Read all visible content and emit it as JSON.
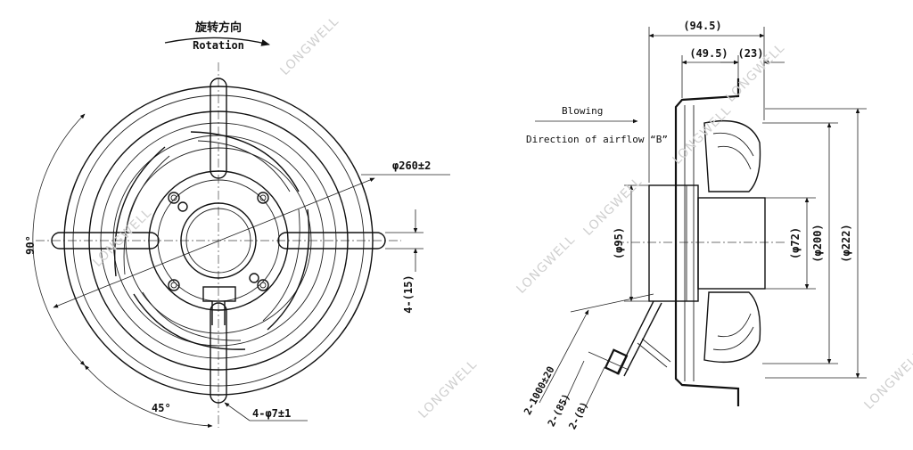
{
  "watermark": "LONGWELL",
  "front_view": {
    "rotation_cn": "旋转方向",
    "rotation_en": "Rotation",
    "outer_diameter": "φ260±2",
    "angle_90": "90°",
    "angle_45": "45°",
    "slot_dim": "4-(15)",
    "mount_holes": "4-φ7±1"
  },
  "side_view": {
    "depth_total": "(94.5)",
    "depth_mid": "(49.5)",
    "depth_front": "(23)",
    "blowing": "Blowing",
    "airflow": "Direction of airflow “B”",
    "dia_motor": "(φ95)",
    "dia_hub": "(φ72)",
    "dia_impeller": "(φ200)",
    "dia_guard": "(φ222)",
    "lead_length": "2-1000±20",
    "lead_strip": "2-(85)",
    "lead_tin": "2-(8)"
  }
}
